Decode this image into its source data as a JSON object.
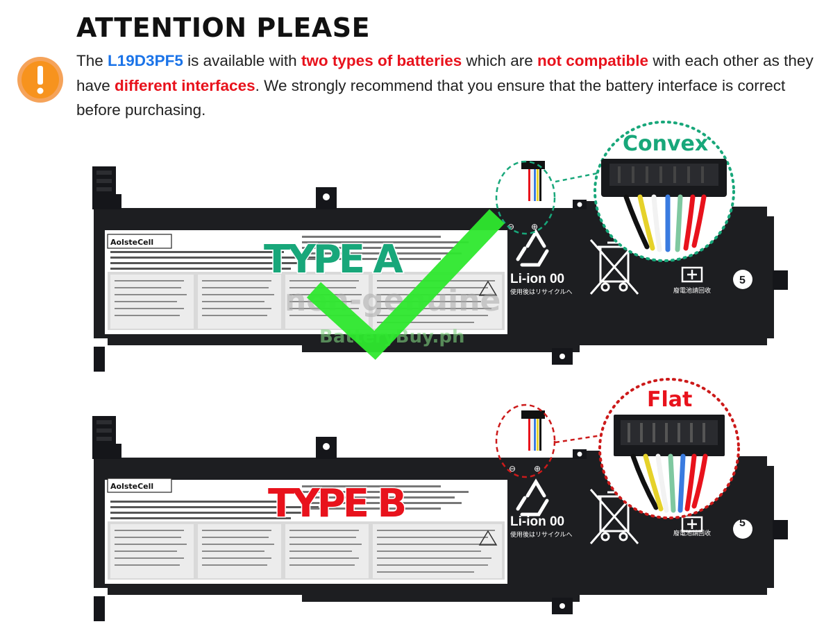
{
  "heading": "ATTENTION PLEASE",
  "notice": {
    "text_1": "The ",
    "model": "L19D3PF5",
    "text_2": " is available with ",
    "emph_1": "two types of batteries",
    "text_3": " which are ",
    "emph_2": "not compatible",
    "text_4": " with each other as they have ",
    "emph_3": "different interfaces",
    "text_5": ". We strongly recommend that you ensure that the battery interface is correct before purchasing."
  },
  "icons": {
    "warning": "exclamation-circle-icon",
    "check": "checkmark-icon",
    "recycle": "recycle-icon",
    "weee": "crossed-bin-icon",
    "ce": "ce-mark-icon"
  },
  "colors": {
    "orange": "#f7931e",
    "blue": "#1a73e8",
    "red": "#e8121c",
    "green": "#18a77a",
    "check_green": "#2ee82e",
    "battery_body": "#1d1e21"
  },
  "batteries": {
    "a": {
      "type_label": "TYPE A",
      "connector_label": "Convex",
      "brand": "AolsteCell",
      "li_ion": "Li-ion 00",
      "jp_recycle": "使用後はリサイクルへ",
      "jp_recover": "廢電池請回收",
      "minus": "⊖",
      "plus": "⊕"
    },
    "b": {
      "type_label": "TYPE B",
      "connector_label": "Flat",
      "brand": "AolsteCell",
      "li_ion": "Li-ion 00",
      "jp_recycle": "使用後はリサイクルへ",
      "jp_recover": "廢電池請回收",
      "minus": "⊖",
      "plus": "⊕"
    }
  },
  "watermark": {
    "line_1": "non-genuine",
    "line_2": "BatteryBuy.ph"
  }
}
